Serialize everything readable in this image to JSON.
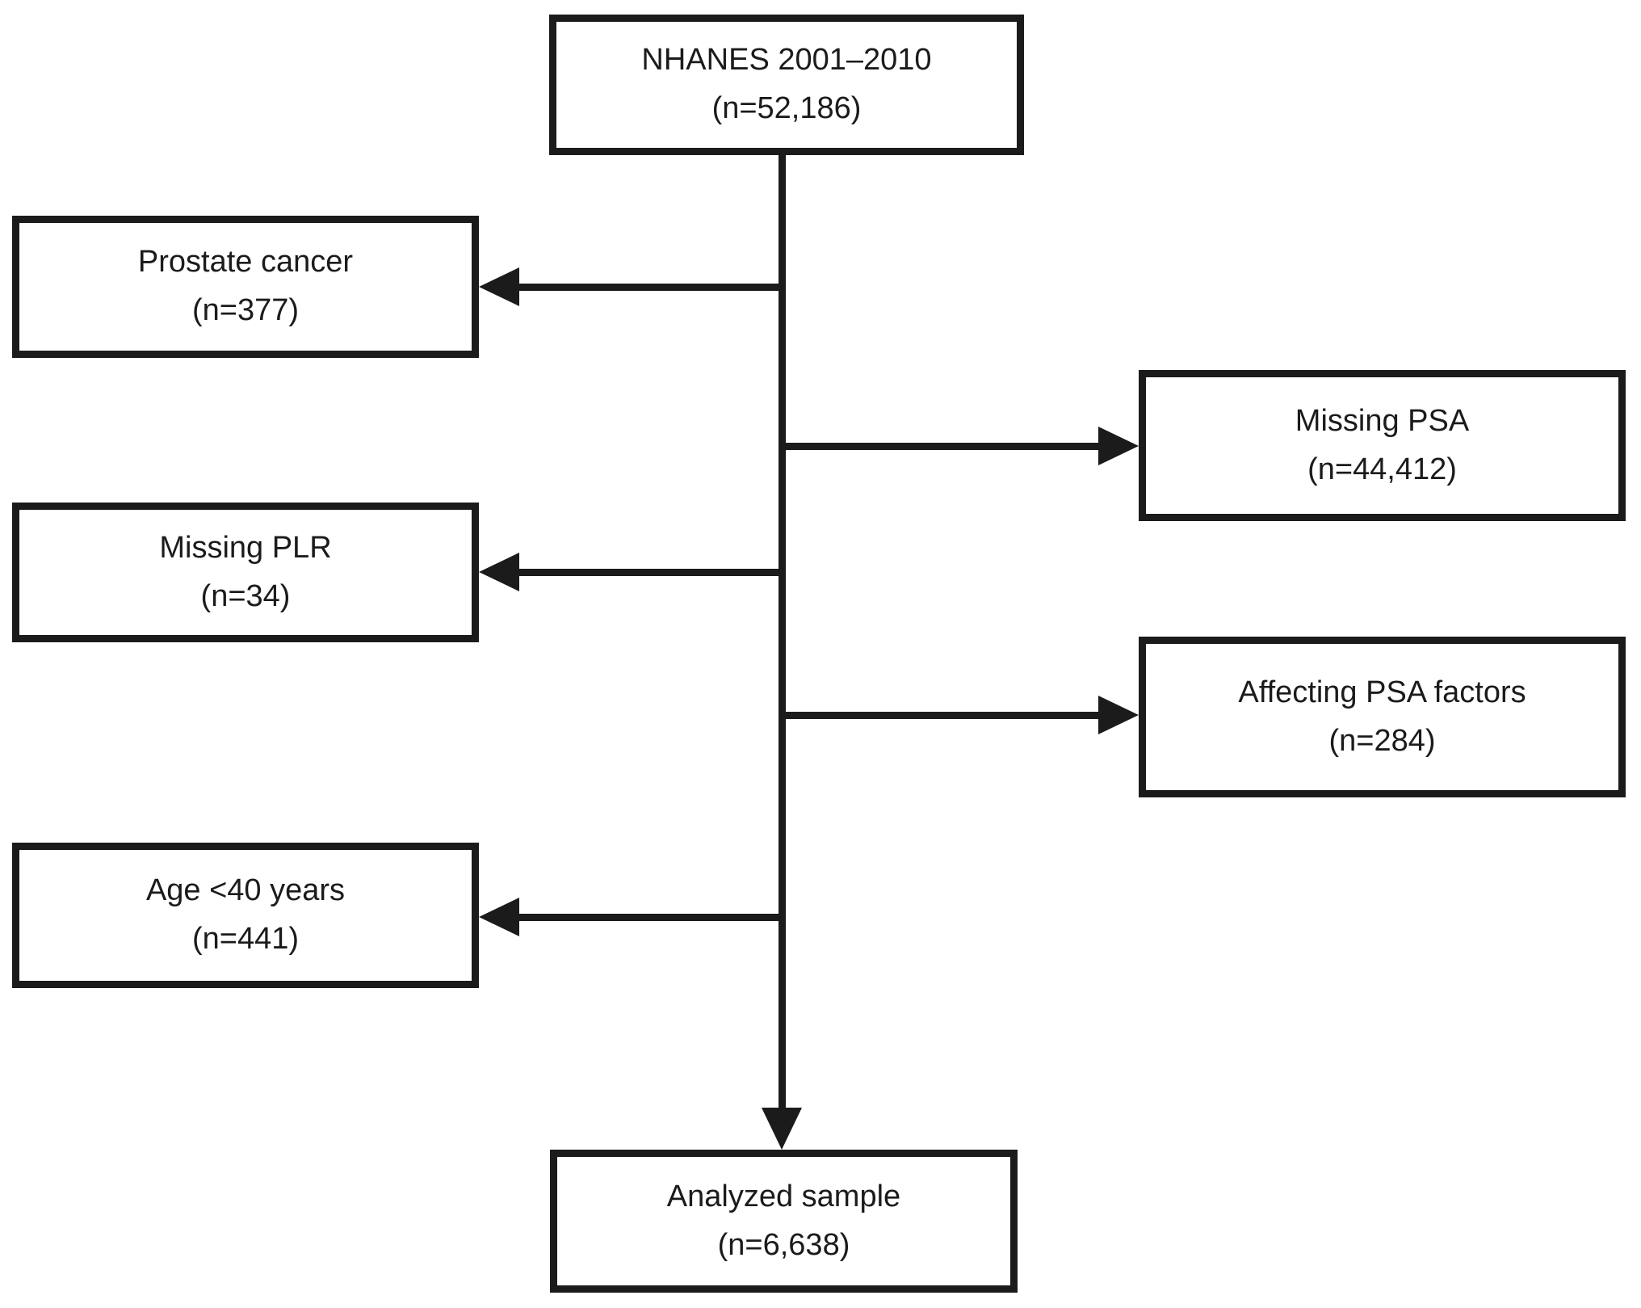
{
  "diagram": {
    "type": "flowchart",
    "description": "Participant selection flow diagram",
    "colors": {
      "line": "#1b1b1b",
      "box_border": "#1b1b1b",
      "text": "#1b1b1b",
      "background": "#ffffff"
    },
    "nodes": {
      "source": {
        "label": "NHANES 2001–2010",
        "n": "(n=52,186)"
      },
      "prostate": {
        "label": "Prostate cancer",
        "n": "(n=377)"
      },
      "missing_psa": {
        "label": "Missing PSA",
        "n": "(n=44,412)"
      },
      "missing_plr": {
        "label": "Missing PLR",
        "n": "(n=34)"
      },
      "affecting_psa": {
        "label": "Affecting PSA factors",
        "n": "(n=284)"
      },
      "age": {
        "label": "Age <40 years",
        "n": "(n=441)"
      },
      "analyzed": {
        "label": "Analyzed sample",
        "n": "(n=6,638)"
      }
    },
    "edges": [
      {
        "from": "source",
        "to": "prostate",
        "direction": "left"
      },
      {
        "from": "source",
        "to": "missing_psa",
        "direction": "right"
      },
      {
        "from": "source",
        "to": "missing_plr",
        "direction": "left"
      },
      {
        "from": "source",
        "to": "affecting_psa",
        "direction": "right"
      },
      {
        "from": "source",
        "to": "age",
        "direction": "left"
      },
      {
        "from": "source",
        "to": "analyzed",
        "direction": "down"
      }
    ]
  }
}
